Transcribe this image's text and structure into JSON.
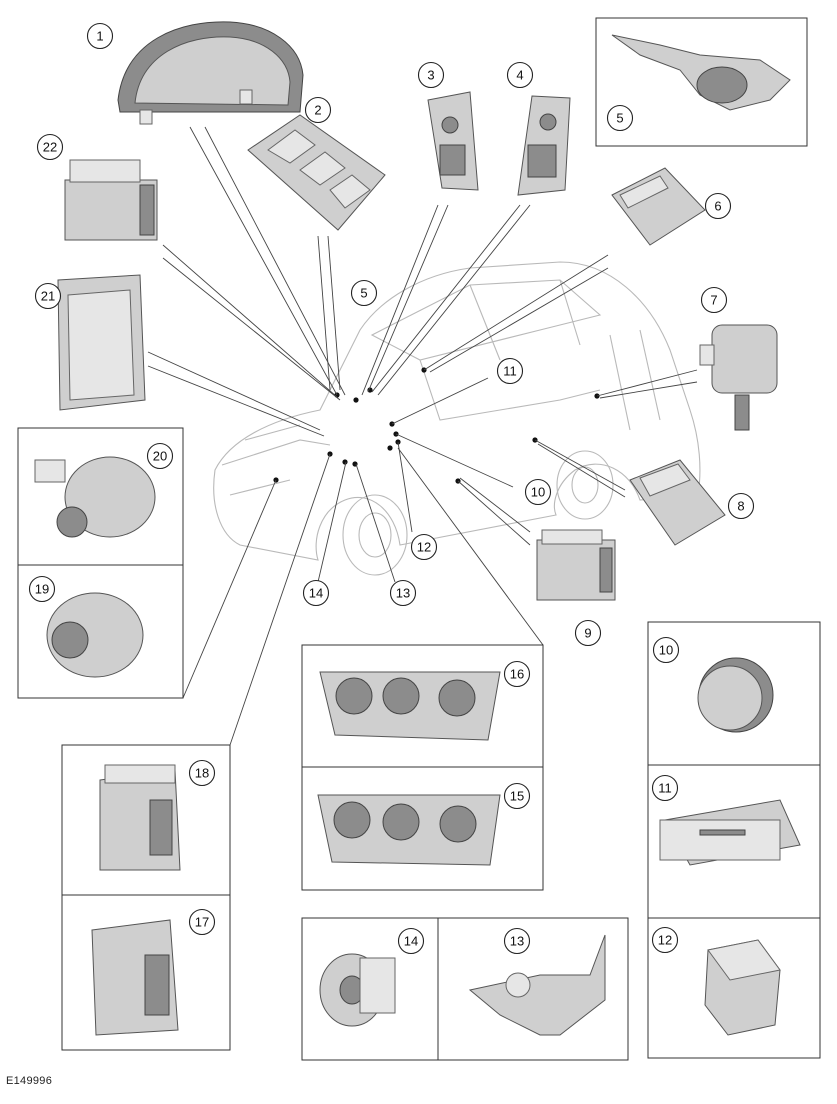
{
  "figure_id": "E149996",
  "callouts": {
    "c1": "1",
    "c2": "2",
    "c3": "3",
    "c4": "4",
    "c5_box": "5",
    "c5_car": "5",
    "c6": "6",
    "c7": "7",
    "c8": "8",
    "c9": "9",
    "c10_car": "10",
    "c10_box": "10",
    "c11_car": "11",
    "c11_box": "11",
    "c12_car": "12",
    "c12_box": "12",
    "c13_car": "13",
    "c13_box": "13",
    "c14_car": "14",
    "c14_box": "14",
    "c15": "15",
    "c16": "16",
    "c17": "17",
    "c18": "18",
    "c19": "19",
    "c20": "20",
    "c21": "21",
    "c22": "22"
  }
}
